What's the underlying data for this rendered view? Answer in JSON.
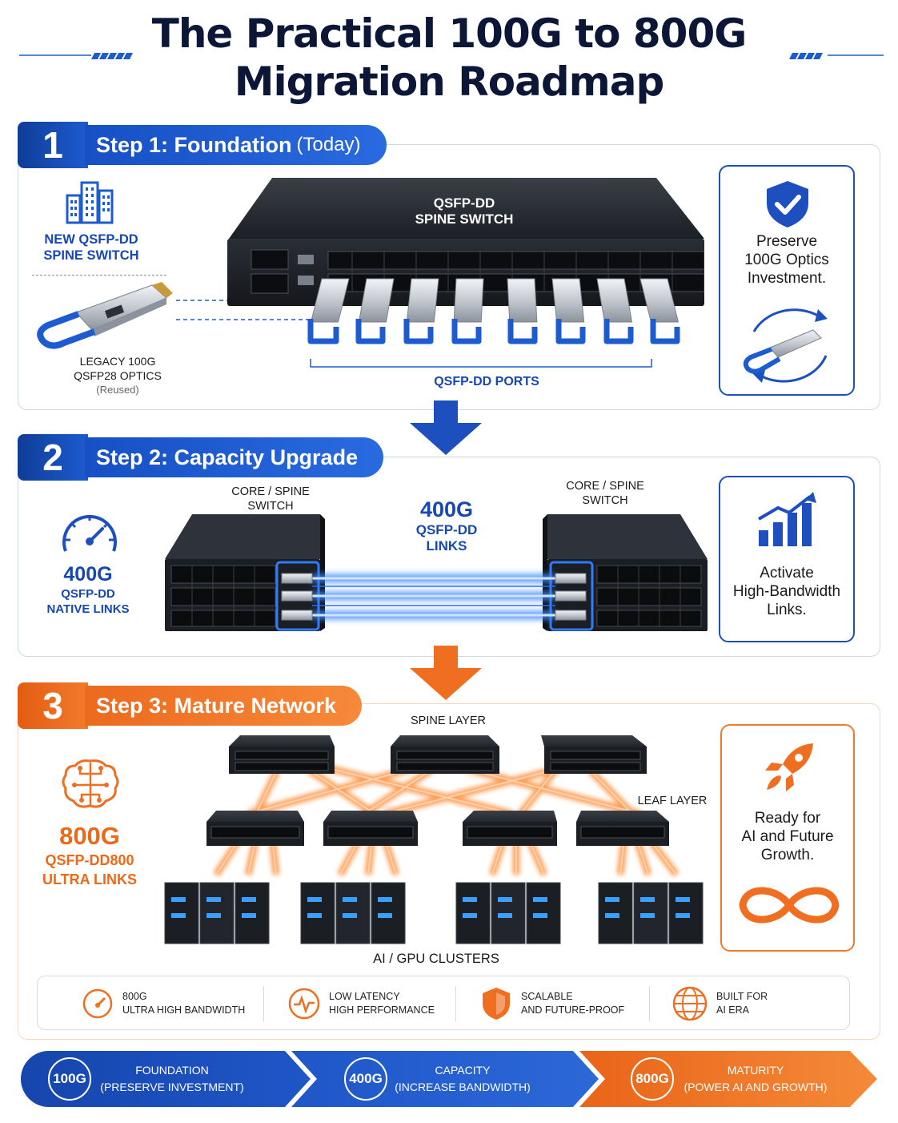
{
  "title": {
    "line1": "The Practical 100G to 800G",
    "line2": "Migration Roadmap"
  },
  "colors": {
    "primary_blue": "#1747b0",
    "accent_orange": "#ea6a1a",
    "title_navy": "#0c1738"
  },
  "step1": {
    "number": "1",
    "label": "Step 1: Foundation",
    "label_suffix": "(Today)",
    "switch_label_1": "NEW QSFP-DD",
    "switch_label_2": "SPINE SWITCH",
    "optic_label_1": "LEGACY 100G",
    "optic_label_2": "QSFP28 OPTICS",
    "optic_note": "(Reused)",
    "device_label_1": "QSFP-DD",
    "device_label_2": "SPINE SWITCH",
    "ports_label": "QSFP-DD PORTS",
    "side_icon": "shield-check-icon",
    "side_text_1": "Preserve",
    "side_text_2": "100G Optics",
    "side_text_3": "Investment."
  },
  "step2": {
    "number": "2",
    "label": "Step 2: Capacity Upgrade",
    "gauge_icon": "gauge-icon",
    "left_speed": "400G",
    "left_sub_1": "QSFP-DD",
    "left_sub_2": "NATIVE LINKS",
    "switch_a_1": "CORE / SPINE",
    "switch_a_2": "SWITCH",
    "switch_b_1": "CORE / SPINE",
    "switch_b_2": "SWITCH",
    "link_speed": "400G",
    "link_sub_1": "QSFP-DD",
    "link_sub_2": "LINKS",
    "side_icon": "bar-chart-up-icon",
    "side_text_1": "Activate",
    "side_text_2": "High-Bandwidth",
    "side_text_3": "Links."
  },
  "step3": {
    "number": "3",
    "label": "Step 3: Mature Network",
    "brain_icon": "brain-circuit-icon",
    "left_speed": "800G",
    "left_sub_1": "QSFP-DD800",
    "left_sub_2": "ULTRA LINKS",
    "spine_layer": "SPINE LAYER",
    "leaf_layer": "LEAF LAYER",
    "clusters": "AI / GPU CLUSTERS",
    "side_icon": "rocket-icon",
    "side_text_1": "Ready for",
    "side_text_2": "AI and Future",
    "side_text_3": "Growth.",
    "infinity_icon": "infinity-icon"
  },
  "features": [
    {
      "icon": "speedometer-icon",
      "line1": "800G",
      "line2": "ULTRA HIGH BANDWIDTH"
    },
    {
      "icon": "pulse-icon",
      "line1": "LOW LATENCY",
      "line2": "HIGH PERFORMANCE"
    },
    {
      "icon": "shield-icon",
      "line1": "SCALABLE",
      "line2": "AND FUTURE-PROOF"
    },
    {
      "icon": "globe-icon",
      "line1": "BUILT FOR",
      "line2": "AI ERA"
    }
  ],
  "roadmap": [
    {
      "badge": "100G",
      "line1": "FOUNDATION",
      "line2": "(PRESERVE INVESTMENT)",
      "color": "#1a4fb8"
    },
    {
      "badge": "400G",
      "line1": "CAPACITY",
      "line2": "(INCREASE BANDWIDTH)",
      "color": "#2a63d0"
    },
    {
      "badge": "800G",
      "line1": "MATURITY",
      "line2": "(POWER AI AND GROWTH)",
      "color": "#ef6e1f"
    }
  ]
}
